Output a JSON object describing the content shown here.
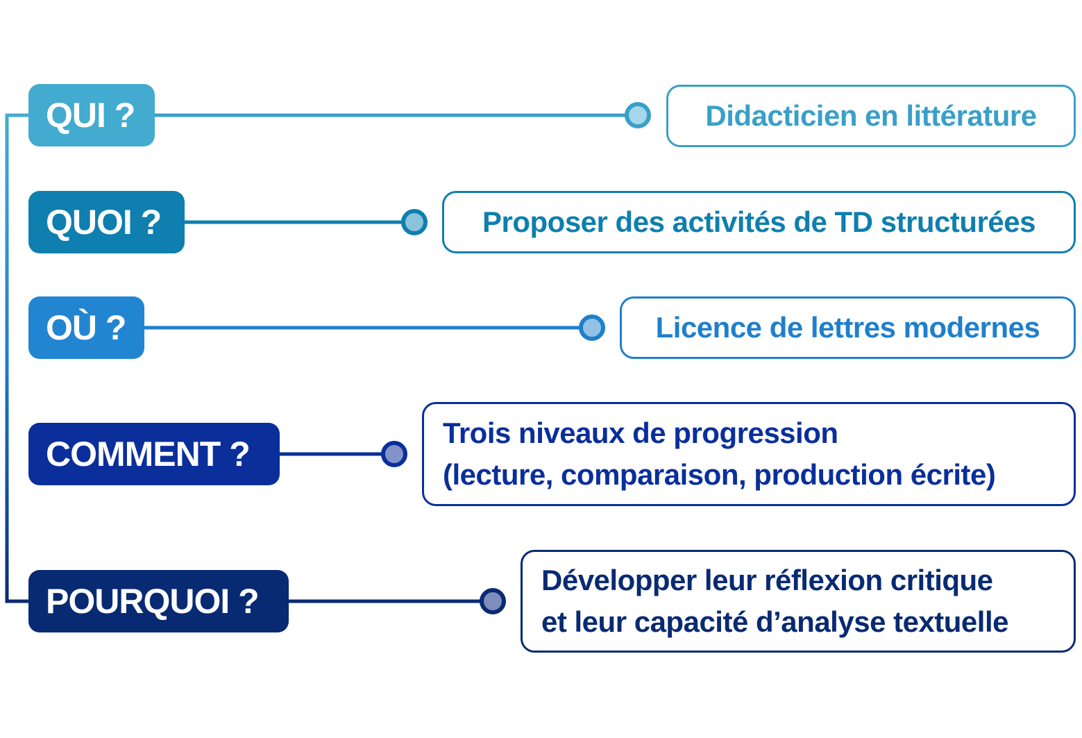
{
  "rows": [
    {
      "question": "QUI ?",
      "answer_lines": [
        "Didacticien en littérature"
      ],
      "label_color": "#43abcf",
      "line_color": "#3a9fc8",
      "dot_fill": "#a6d6ea",
      "answer_color": "#3a9fc8"
    },
    {
      "question": "QUOI ?",
      "answer_lines": [
        "Proposer des activités de TD structurées"
      ],
      "label_color": "#0e7fae",
      "line_color": "#0e7fae",
      "dot_fill": "#8cc3dc",
      "answer_color": "#0e7fae"
    },
    {
      "question": "OÙ ?",
      "answer_lines": [
        "Licence de lettres modernes"
      ],
      "label_color": "#2185d1",
      "line_color": "#1f7fcb",
      "dot_fill": "#93c2e8",
      "answer_color": "#1f7fcb"
    },
    {
      "question": "COMMENT ?",
      "answer_lines": [
        "Trois niveaux de progression",
        "(lecture, comparaison, production écrite)"
      ],
      "label_color": "#0a2f9b",
      "line_color": "#0a2f9b",
      "dot_fill": "#8293c9",
      "answer_color": "#0a2f9b"
    },
    {
      "question": "POURQUOI ?",
      "answer_lines": [
        "Développer leur réflexion critique",
        "et leur capacité d’analyse textuelle"
      ],
      "label_color": "#082a72",
      "line_color": "#082a72",
      "dot_fill": "#7e8dbb",
      "answer_color": "#082a72"
    }
  ]
}
